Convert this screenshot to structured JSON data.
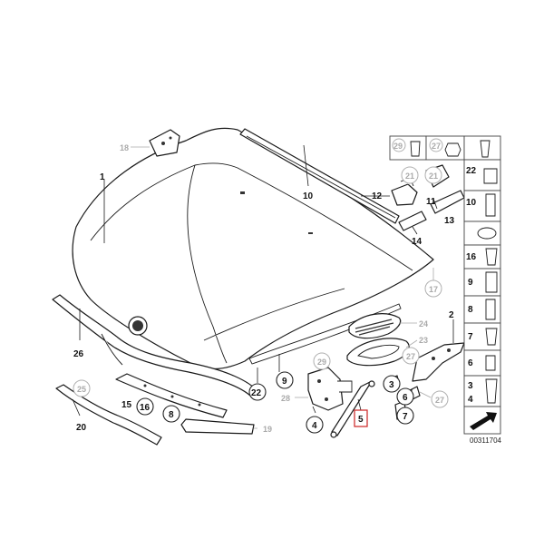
{
  "diagram": {
    "reference_number": "00311704",
    "highlighted_label": "5",
    "accent_colors": {
      "highlight": "#cc2222",
      "gray_label": "#aaaaaa"
    },
    "main_labels": [
      "1",
      "10",
      "12",
      "11",
      "13",
      "14",
      "26",
      "15",
      "16",
      "8",
      "9",
      "22",
      "4",
      "5",
      "3",
      "6",
      "7",
      "2",
      "20"
    ],
    "gray_labels": [
      "18",
      "21",
      "21",
      "17",
      "24",
      "23",
      "29",
      "28",
      "27",
      "27",
      "25",
      "19"
    ],
    "side_column": {
      "top_row": [
        "29",
        "27"
      ],
      "rows": [
        "22",
        "10",
        "16",
        "9",
        "8",
        "7",
        "6",
        "3",
        "4"
      ],
      "arrow_icon": "arrow-icon"
    }
  }
}
